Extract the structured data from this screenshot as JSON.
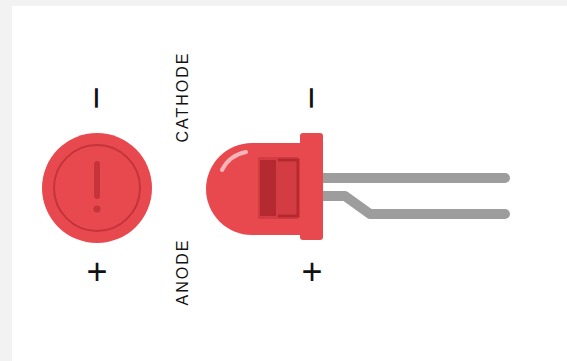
{
  "diagram": {
    "labels": [
      "−",
      "CATHODE",
      "−",
      "+",
      "ANODE",
      "+"
    ]
  }
}
